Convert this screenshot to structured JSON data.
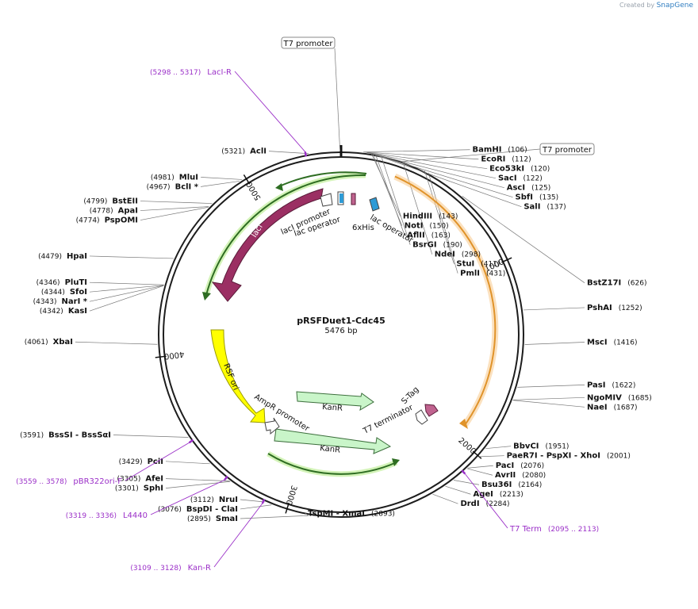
{
  "brand": {
    "prefix": "Created by",
    "name": "SnapGene"
  },
  "plasmid": {
    "name": "pRSFDuet1-Cdc45",
    "length": 5476,
    "length_label": "5476 bp"
  },
  "ticks": [
    {
      "pos": 1000,
      "label": "1000"
    },
    {
      "pos": 2000,
      "label": "2000"
    },
    {
      "pos": 3000,
      "label": "3000"
    },
    {
      "pos": 4000,
      "label": "4000"
    },
    {
      "pos": 5000,
      "label": "5000"
    }
  ],
  "enzymes": [
    {
      "name": "BamHI",
      "pos": "(106)",
      "site": 106,
      "side": "R",
      "after": true
    },
    {
      "name": "EcoRI",
      "pos": "(112)",
      "site": 112,
      "side": "R",
      "after": true
    },
    {
      "name": "Eco53kI",
      "pos": "(120)",
      "site": 120,
      "side": "R",
      "after": true
    },
    {
      "name": "SacI",
      "pos": "(122)",
      "site": 122,
      "side": "R",
      "after": true
    },
    {
      "name": "AscI",
      "pos": "(125)",
      "site": 125,
      "side": "R",
      "after": true
    },
    {
      "name": "SbfI",
      "pos": "(135)",
      "site": 135,
      "side": "R",
      "after": true
    },
    {
      "name": "SalI",
      "pos": "(137)",
      "site": 137,
      "side": "R",
      "after": true
    },
    {
      "name": "HindIII",
      "pos": "(143)",
      "site": 143,
      "side": "R",
      "after": true
    },
    {
      "name": "NotI",
      "pos": "(150)",
      "site": 150,
      "side": "R",
      "after": true
    },
    {
      "name": "AflII",
      "pos": "(163)",
      "site": 163,
      "side": "R",
      "after": true
    },
    {
      "name": "BsrGI",
      "pos": "(190)",
      "site": 190,
      "side": "R",
      "after": true
    },
    {
      "name": "NdeI",
      "pos": "(298)",
      "site": 298,
      "side": "R",
      "after": true
    },
    {
      "name": "StuI",
      "pos": "(411)",
      "site": 411,
      "side": "R",
      "after": true
    },
    {
      "name": "PmlI",
      "pos": "(431)",
      "site": 431,
      "side": "R",
      "after": true
    },
    {
      "name": "BstZ17I",
      "pos": "(626)",
      "site": 626,
      "side": "R",
      "after": true
    },
    {
      "name": "PshAI",
      "pos": "(1252)",
      "site": 1252,
      "side": "R",
      "after": true
    },
    {
      "name": "MscI",
      "pos": "(1416)",
      "site": 1416,
      "side": "R",
      "after": true
    },
    {
      "name": "PasI",
      "pos": "(1622)",
      "site": 1622,
      "side": "R",
      "after": true
    },
    {
      "name": "NgoMIV",
      "pos": "(1685)",
      "site": 1685,
      "side": "R",
      "after": true
    },
    {
      "name": "NaeI",
      "pos": "(1687)",
      "site": 1687,
      "side": "R",
      "after": true
    },
    {
      "name": "BbvCI",
      "pos": "(1951)",
      "site": 1951,
      "side": "R",
      "after": true
    },
    {
      "name": "PaeR7I - PspXI - XhoI",
      "pos": "(2001)",
      "site": 2001,
      "side": "R",
      "after": true
    },
    {
      "name": "PacI",
      "pos": "(2076)",
      "site": 2076,
      "side": "R",
      "after": true
    },
    {
      "name": "AvrII",
      "pos": "(2080)",
      "site": 2080,
      "side": "R",
      "after": true
    },
    {
      "name": "Bsu36I",
      "pos": "(2164)",
      "site": 2164,
      "side": "R",
      "after": true
    },
    {
      "name": "AgeI",
      "pos": "(2213)",
      "site": 2213,
      "side": "R",
      "after": true
    },
    {
      "name": "DrdI",
      "pos": "(2284)",
      "site": 2284,
      "side": "R",
      "after": true
    },
    {
      "name": "TspMI - XmaI",
      "pos": "(2893)",
      "site": 2893,
      "side": "R",
      "after": true
    },
    {
      "name": "SmaI",
      "pos": "(2895)",
      "site": 2895,
      "side": "L",
      "after": false
    },
    {
      "name": "BspDI - ClaI",
      "pos": "(3076)",
      "site": 3076,
      "side": "L",
      "after": false
    },
    {
      "name": "NruI",
      "pos": "(3112)",
      "site": 3112,
      "side": "L",
      "after": false
    },
    {
      "name": "SphI",
      "pos": "(3301)",
      "site": 3301,
      "side": "L",
      "after": false
    },
    {
      "name": "AfeI",
      "pos": "(3305)",
      "site": 3305,
      "side": "L",
      "after": false
    },
    {
      "name": "PciI",
      "pos": "(3429)",
      "site": 3429,
      "side": "L",
      "after": false
    },
    {
      "name": "BssSI - BssSαI",
      "pos": "(3591)",
      "site": 3591,
      "side": "L",
      "after": false
    },
    {
      "name": "XbaI",
      "pos": "(4061)",
      "site": 4061,
      "side": "L",
      "after": false
    },
    {
      "name": "KasI",
      "pos": "(4342)",
      "site": 4342,
      "side": "L",
      "after": false
    },
    {
      "name": "NarI *",
      "pos": "(4343)",
      "site": 4343,
      "side": "L",
      "after": false
    },
    {
      "name": "SfoI",
      "pos": "(4344)",
      "site": 4344,
      "side": "L",
      "after": false
    },
    {
      "name": "PluTI",
      "pos": "(4346)",
      "site": 4346,
      "side": "L",
      "after": false
    },
    {
      "name": "HpaI",
      "pos": "(4479)",
      "site": 4479,
      "side": "L",
      "after": false
    },
    {
      "name": "PspOMI",
      "pos": "(4774)",
      "site": 4774,
      "side": "L",
      "after": false
    },
    {
      "name": "ApaI",
      "pos": "(4778)",
      "site": 4778,
      "side": "L",
      "after": false
    },
    {
      "name": "BstEII",
      "pos": "(4799)",
      "site": 4799,
      "side": "L",
      "after": false
    },
    {
      "name": "BclI *",
      "pos": "(4967)",
      "site": 4967,
      "side": "L",
      "after": false
    },
    {
      "name": "MluI",
      "pos": "(4981)",
      "site": 4981,
      "side": "L",
      "after": false
    },
    {
      "name": "AclI",
      "pos": "(5321)",
      "site": 5321,
      "side": "L",
      "after": false
    }
  ],
  "boxed_features": [
    {
      "label": "T7 promoter",
      "site": 5471
    },
    {
      "label": "T7 promoter",
      "site": 300
    }
  ],
  "primers": [
    {
      "label": "LacI-R",
      "range": "(5298 .. 5317)",
      "site": 5307,
      "side": "L"
    },
    {
      "label": "T7 Term",
      "range": "(2095 .. 2113)",
      "site": 2104,
      "side": "R"
    },
    {
      "label": "pBR322ori-F",
      "range": "(3559 .. 3578)",
      "site": 3568,
      "side": "L"
    },
    {
      "label": "L4440",
      "range": "(3319 .. 3336)",
      "site": 3327,
      "side": "L"
    },
    {
      "label": "Kan-R",
      "range": "(3109 .. 3128)",
      "site": 3118,
      "side": "L"
    }
  ],
  "features": [
    {
      "label": "lacI",
      "color": "#9b2f63"
    },
    {
      "label": "lacI promoter",
      "color": "#ffffff"
    },
    {
      "label": "lac operator",
      "color": "#2e9bd6"
    },
    {
      "label": "6xHis",
      "color": "#c0638f"
    },
    {
      "label": "lac operator",
      "color": "#2e9bd6"
    },
    {
      "label": "RSF ori",
      "color": "#ffff00"
    },
    {
      "label": "AmpR promoter",
      "color": "#ffffff"
    },
    {
      "label": "KanR",
      "color": "#c9f5c9"
    },
    {
      "label": "KanR",
      "color": "#c9f5c9"
    },
    {
      "label": "S-Tag",
      "color": "#c0638f"
    },
    {
      "label": "T7 terminator",
      "color": "#ffffff"
    }
  ]
}
